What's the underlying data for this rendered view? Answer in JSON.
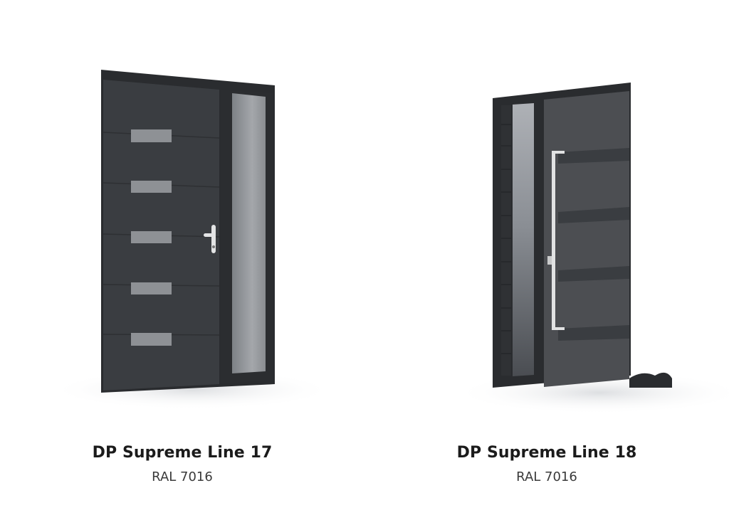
{
  "products": [
    {
      "name": "DP Supreme Line 17",
      "color": "RAL 7016"
    },
    {
      "name": "DP Supreme Line 18",
      "color": "RAL 7016"
    }
  ],
  "colors": {
    "door": "#3b3e42",
    "frame": "#25272a",
    "glass": "#8d9094",
    "steel": "#d9dadb"
  }
}
